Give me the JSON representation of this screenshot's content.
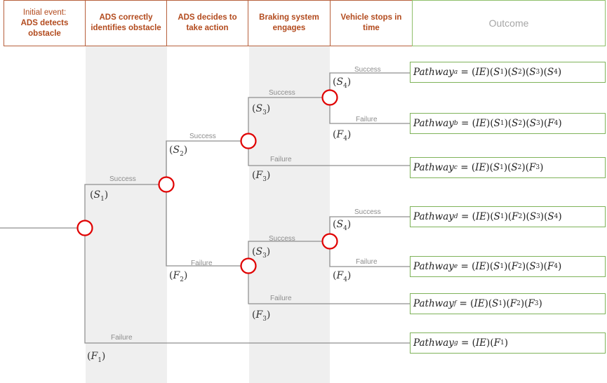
{
  "headers": [
    {
      "line1": "Initial event:",
      "line2": "ADS detects obstacle"
    },
    {
      "line1": "",
      "line2": "ADS correctly identifies obstacle"
    },
    {
      "line1": "",
      "line2": "ADS decides to take action"
    },
    {
      "line1": "",
      "line2": "Braking system engages"
    },
    {
      "line1": "",
      "line2": "Vehicle stops in time"
    }
  ],
  "outcome_header": "Outcome",
  "edge_labels": {
    "success": "Success",
    "failure": "Failure"
  },
  "states": {
    "s1": {
      "sym": "S",
      "sub": "1"
    },
    "f1": {
      "sym": "F",
      "sub": "1"
    },
    "s2": {
      "sym": "S",
      "sub": "2"
    },
    "f2": {
      "sym": "F",
      "sub": "2"
    },
    "s3": {
      "sym": "S",
      "sub": "3"
    },
    "f3": {
      "sym": "F",
      "sub": "3"
    },
    "s4": {
      "sym": "S",
      "sub": "4"
    },
    "f4": {
      "sym": "F",
      "sub": "4"
    }
  },
  "outcomes": [
    {
      "word": "Pathway",
      "sub": "a",
      "eq": " = (IE)(S",
      "terms": "(IE)(S1)(S2)(S3)(S4)"
    },
    {
      "word": "Pathway",
      "sub": "b",
      "terms": "(IE)(S1)(S2)(S3)(F4)"
    },
    {
      "word": "Pathway",
      "sub": "c",
      "terms": "(IE)(S1)(S2)(F3)"
    },
    {
      "word": "Pathway",
      "sub": "d",
      "terms": "(IE)(S1)(F2)(S3)(S4)"
    },
    {
      "word": "Pathway",
      "sub": "e",
      "terms": "(IE)(S1)(F2)(S3)(F4)"
    },
    {
      "word": "Pathway",
      "sub": "f",
      "terms": "(IE)(S1)(F2)(F3)"
    },
    {
      "word": "Pathway",
      "sub": "g",
      "terms": "(IE)(F1)"
    }
  ],
  "colors": {
    "header_border": "#b7603c",
    "header_text": "#b24a1d",
    "outcome_border": "#7fb35a",
    "node": "#e00000",
    "edge": "#8f8f8f",
    "column_shade": "#efefef"
  }
}
